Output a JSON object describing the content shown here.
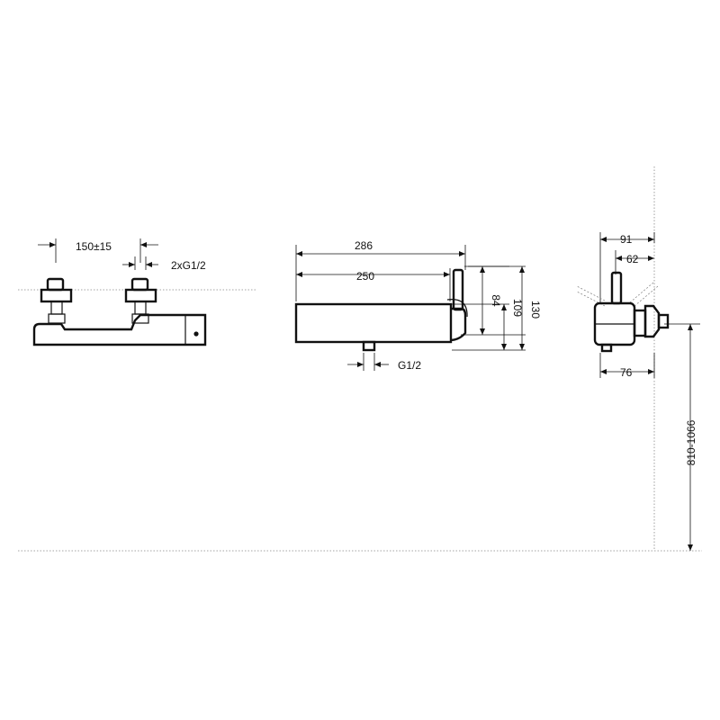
{
  "dimensions": {
    "front_spacing": "150±15",
    "front_thread": "2xG1/2",
    "top_length_total": "286",
    "top_length_body": "250",
    "top_height_84": "84",
    "top_height_109": "109",
    "top_height_130": "130",
    "top_outlet_thread": "G1/2",
    "side_width_91": "91",
    "side_width_62": "62",
    "side_depth_76": "76",
    "side_mount_height": "810-1066"
  }
}
